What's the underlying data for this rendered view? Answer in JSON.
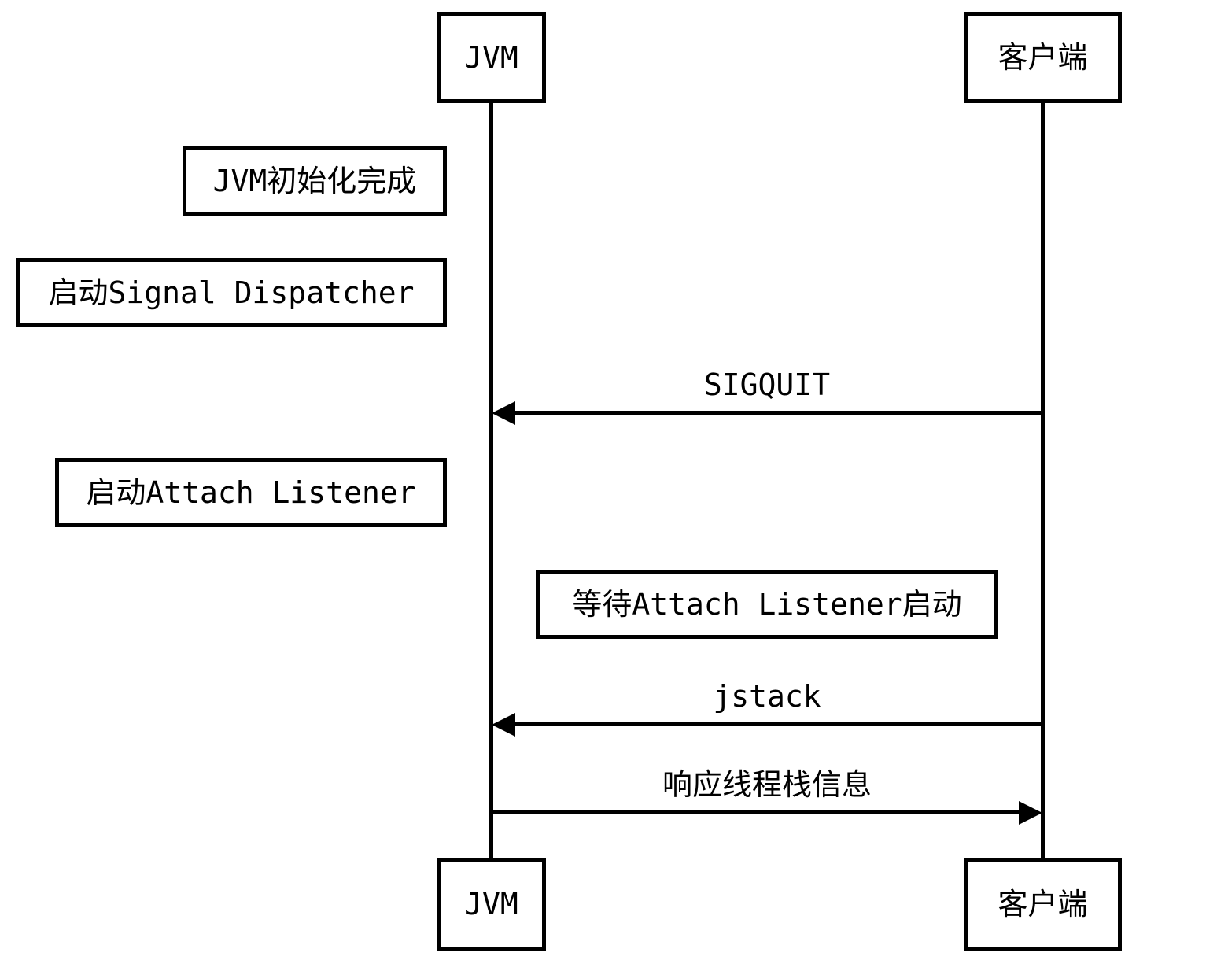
{
  "participants": {
    "jvm": "JVM",
    "client": "客户端"
  },
  "notes": {
    "jvm_init": "JVM初始化完成",
    "signal_dispatcher": "启动Signal Dispatcher",
    "attach_listener": "启动Attach Listener",
    "wait_attach": "等待Attach Listener启动"
  },
  "messages": {
    "sigquit": "SIGQUIT",
    "jstack": "jstack",
    "response": "响应线程栈信息"
  }
}
